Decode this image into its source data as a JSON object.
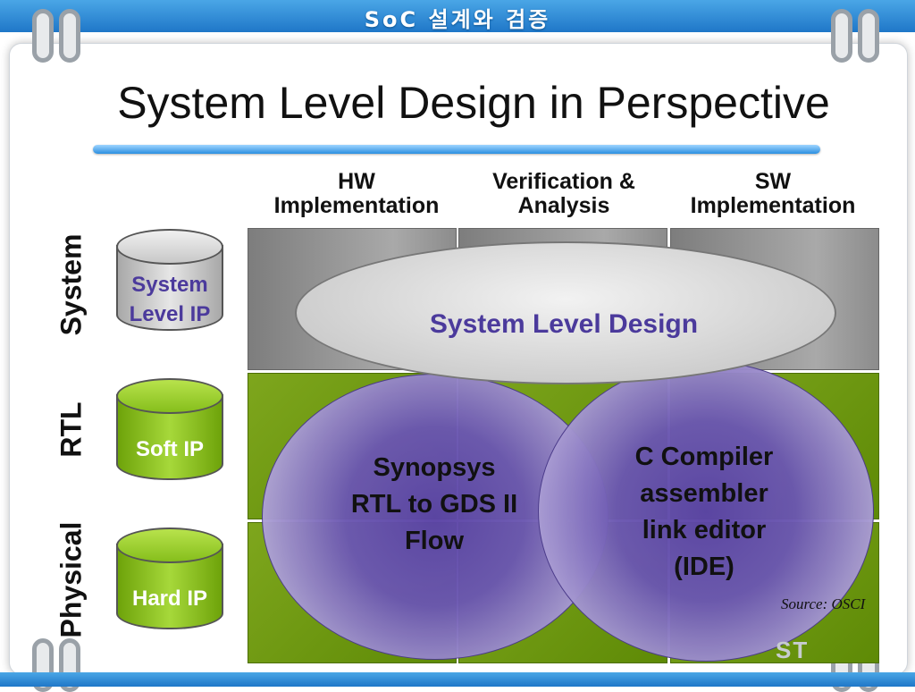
{
  "header": {
    "banner_title": "SoC 설계와 검증"
  },
  "slide": {
    "title": "System Level Design in Perspective"
  },
  "columns": [
    "HW\nImplementation",
    "Verification &\nAnalysis",
    "SW\nImplementation"
  ],
  "rows": [
    "System",
    "RTL",
    "Physical"
  ],
  "ip_blocks": {
    "system": {
      "label": "System\nLevel IP",
      "color": "#c9c9c9",
      "text_color": "#4b3a9c"
    },
    "soft": {
      "label": "Soft IP",
      "color": "#7fb512",
      "text_color": "#ffffff"
    },
    "hard": {
      "label": "Hard IP",
      "color": "#7fb512",
      "text_color": "#ffffff"
    }
  },
  "center_ellipse": {
    "label": "System Level Design"
  },
  "left_circle": {
    "label": "Synopsys\nRTL to GDS II\nFlow"
  },
  "right_circle": {
    "label": "C Compiler\nassembler\nlink editor\n(IDE)"
  },
  "source_note": "Source: OSCI",
  "colors": {
    "banner": "#2b8fe0",
    "grid_gray": "#9a9a9a",
    "grid_green": "#6f9a10",
    "circle_purple": "#5a43a6",
    "title_text": "#4b3a9c"
  }
}
